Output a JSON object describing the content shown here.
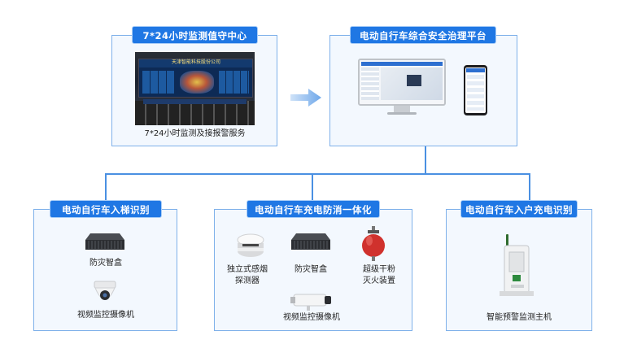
{
  "top_left": {
    "title": "7*24小时监测值守中心",
    "caption": "7*24小时监测及接报警服务",
    "screen_banner": "天津智能科技股份公司"
  },
  "top_right": {
    "title": "电动自行车综合安全治理平台"
  },
  "bottom_left": {
    "title": "电动自行车入梯识别",
    "items": [
      "防灾智盒",
      "视频监控摄像机"
    ]
  },
  "bottom_mid": {
    "title": "电动自行车充电防消一体化",
    "items": [
      "独立式感烟\n探测器",
      "防灾智盒",
      "超级干粉\n灭火装置",
      "视频监控摄像机"
    ]
  },
  "bottom_right": {
    "title": "电动自行车入户充电识别",
    "items": [
      "智能预警监测主机"
    ]
  },
  "colors": {
    "accent": "#1f77e4",
    "panel_border": "#7fb1ea",
    "panel_fill": "#f3f8fe"
  }
}
